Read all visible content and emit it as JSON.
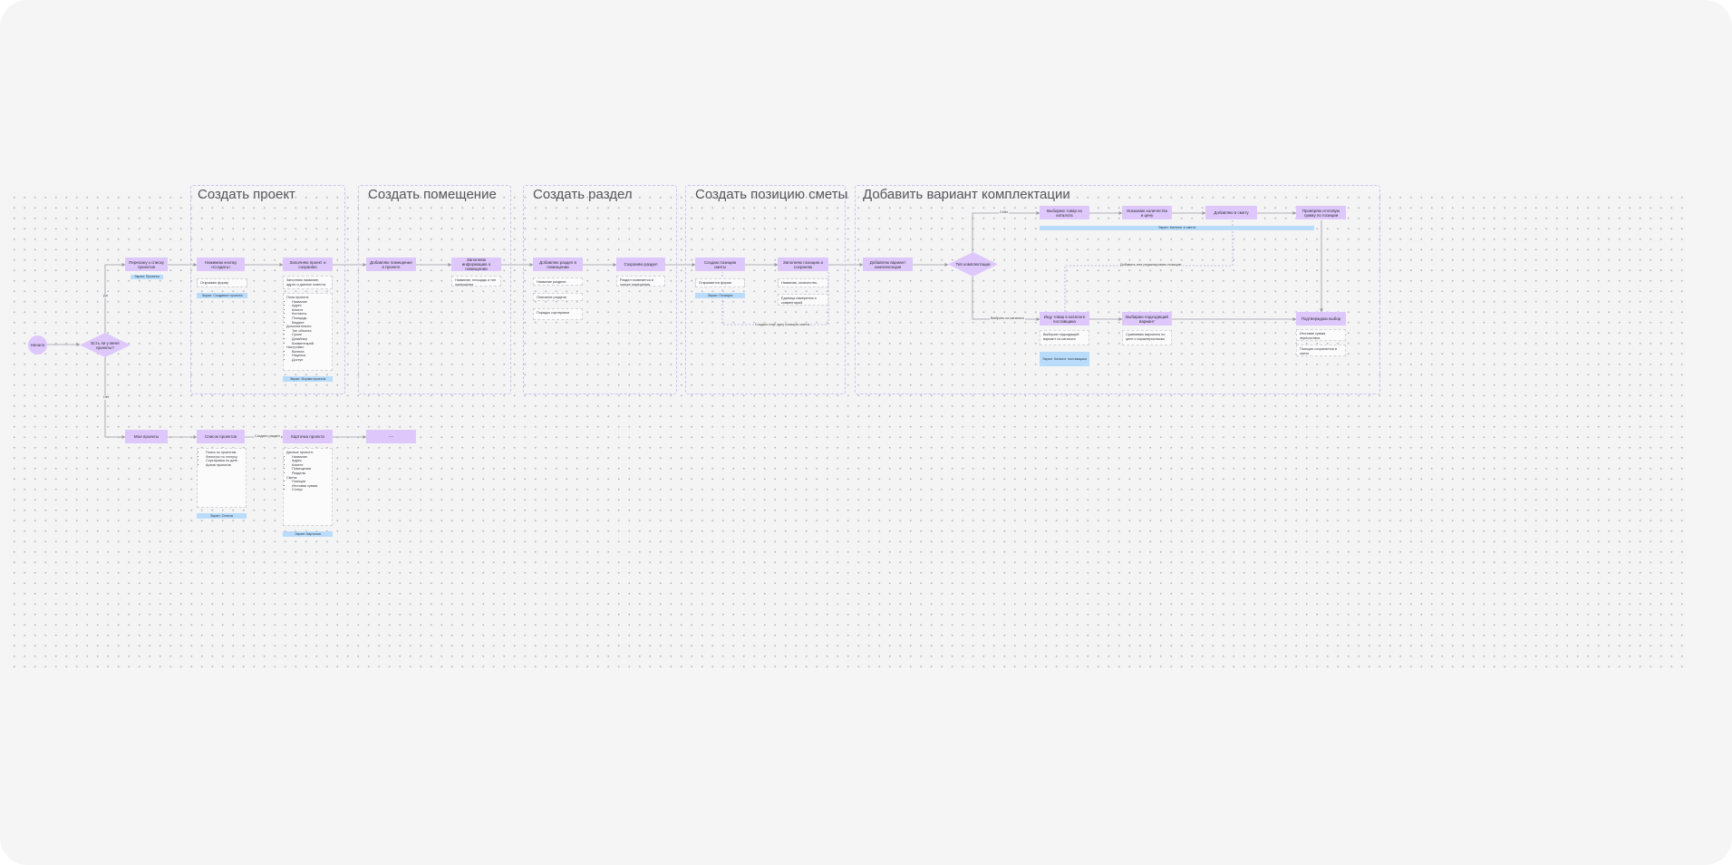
{
  "frames": [
    {
      "title": "Создать проект"
    },
    {
      "title": "Создать помещение"
    },
    {
      "title": "Создать раздел"
    },
    {
      "title": "Создать позицию сметы"
    },
    {
      "title": "Добавить вариант комплектации"
    }
  ],
  "start_node": "Начало",
  "decisions": {
    "has_projects": "Есть ли у меня проекты?",
    "variant_type": "Тип комплектации"
  },
  "edge_labels": {
    "yes": "Да",
    "no": "Нет",
    "create_section": "Создать раздел",
    "sale": "Сейл",
    "select_existing": "Выбрать из каталога",
    "edit_existing": "Добавить или редактировать позицию",
    "add_more_positions": "Создать ещё одну позицию сметы"
  },
  "nodes": {
    "projects_list": "Перехожу к списку проектов",
    "create_project": "Нажимаю кнопку «Создать»",
    "fill_project": "Заполняю проект и сохраняю",
    "add_room": "Добавляю помещение в проекте",
    "fill_room": "Заполняю информацию о помещении",
    "add_section": "Добавляю раздел в помещении",
    "save_section": "Сохраняю раздел",
    "create_position": "Создаю позицию сметы",
    "fill_position": "Заполняю позицию и сохраняю",
    "add_variant": "Добавляю вариант комплектации",
    "step_top_1": "Выбираю товар из каталога",
    "step_top_2": "Указываю количество и цену",
    "step_top_3": "Добавляю в смету",
    "step_top_4": "Проверяю итоговую сумму по позиции",
    "step_bottom_1": "Ищу товар в каталоге поставщика",
    "step_bottom_2": "Выбираю подходящий вариант",
    "step_bottom_3": "Подтверждаю выбор",
    "my_projects": "Мои проекты",
    "project_list": "Список проектов",
    "project_card": "Карточка проекта",
    "ellipsis": "…"
  },
  "notes": {
    "create_project_note": "Открываю форму создания проекта",
    "fill_project_note": "Заполняю название, адрес и данные клиента",
    "fill_project_list": {
      "title": "Поля проекта:",
      "items": [
        "Название",
        "Адрес",
        "Клиент",
        "Контакты",
        "Площадь",
        "Бюджет"
      ],
      "title2": "Дополнительно:",
      "items2": [
        "Тип объекта",
        "Сроки",
        "Дизайнер",
        "Комментарий"
      ],
      "title3": "Настройки:",
      "items3": [
        "Валюта",
        "Наценка",
        "Доступ"
      ]
    },
    "fill_room_note": "Название, площадь и тип помещения",
    "add_section_note_1": "Название раздела",
    "add_section_note_2": "Описание раздела",
    "add_section_note_3": "Порядок сортировки",
    "save_section_note": "Раздел появляется в списке помещения",
    "create_position_note": "Открывается форма позиции",
    "fill_position_note_1": "Название, количество, цена",
    "fill_position_note_2": "Единица измерения и комментарий",
    "variant_bottom_note": "Выбираю подходящий вариант из каталога",
    "step_bottom_2_note": "Сравниваю варианты по цене и характеристикам",
    "step_top_4_note_1": "Итоговая сумма пересчитана",
    "step_top_4_note_2": "Позиция сохраняется в смете",
    "list_note": {
      "items": [
        "Поиск по проектам",
        "Фильтры по статусу",
        "Сортировка по дате",
        "Архив проектов"
      ]
    },
    "card_note": {
      "title": "Данные проекта:",
      "items": [
        "Название",
        "Адрес",
        "Клиент",
        "Помещения",
        "Разделы"
      ],
      "title2": "Смета:",
      "items2": [
        "Позиции",
        "Итоговая сумма",
        "Статус"
      ]
    }
  },
  "tags": {
    "tag_projects": "Экран: Проекты",
    "tag_create": "Экран: Создание проекта",
    "tag_fill": "Экран: Форма проекта",
    "tag_position": "Экран: Позиция",
    "tag_variant_top": "Экран: Каталог и смета",
    "tag_variant_bottom": "Экран: Каталог поставщика",
    "tag_list": "Экран: Список",
    "tag_card": "Экран: Карточка"
  },
  "colors": {
    "node": "#dec8fb",
    "tag": "#b9dcfb",
    "frame_border": "#cbc3ef",
    "edge": "#9b9ba4",
    "edge_dashed": "#b0a8d8",
    "background": "#f4f4f5"
  }
}
